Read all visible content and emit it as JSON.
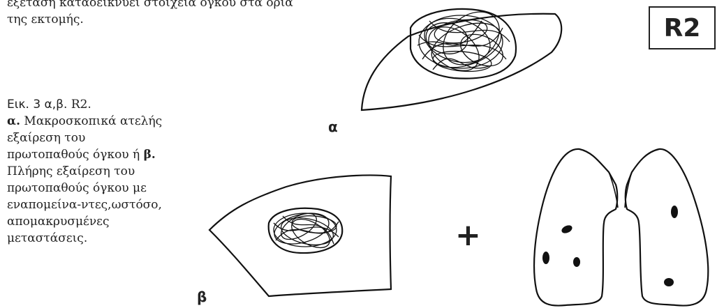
{
  "top_text": {
    "line1": "εξέταση καταδεικνύει στοιχεία όγκου στα όρια",
    "line2": "της εκτομής."
  },
  "caption": {
    "label": "Εικ. 3 α,β.",
    "ref": "R2.",
    "a_marker": "α.",
    "a_text": "Μακροσκοπικά ατελής εξαίρεση του πρωτοπαθούς όγκου ή",
    "b_marker": "β.",
    "b_text": "Πλήρης εξαίρεση του πρωτοπαθούς όγκου με εναπομείνα-ντες,ωστόσο, απομακρυσμένες μεταστάσεις."
  },
  "badge": "R2",
  "panel_labels": {
    "a": "α",
    "b": "β"
  },
  "plus": "+"
}
